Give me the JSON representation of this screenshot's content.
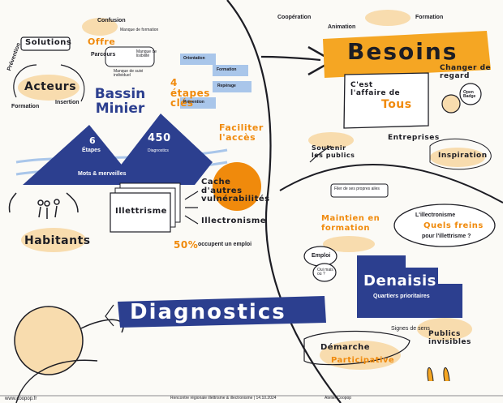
{
  "colors": {
    "orange": "#f5a623",
    "deep_orange": "#f08a0c",
    "navy": "#2c3f8f",
    "light_blue": "#a9c6ea",
    "peach": "#f8dcae",
    "ink": "#1d1d24",
    "background": "#fbfaf6"
  },
  "header": {
    "cooperation": "Coopération",
    "animation": "Animation",
    "formation": "Formation"
  },
  "besoins": {
    "title": "Besoins",
    "affaire": "C'est l'affaire de",
    "tous": "Tous",
    "changer": "Changer de regard",
    "open_badge": "Open Badge",
    "entreprises": "Entreprises",
    "soutenir": "Soutenir les publics",
    "inspiration": "Inspiration"
  },
  "left": {
    "solutions": "Solutions",
    "prevention": "Prévention",
    "acteurs": "Acteurs",
    "formation": "Formation",
    "insertion": "Insertion",
    "confusion": "Confusion",
    "offre": "Offre",
    "manque_formation": "Manque de formation",
    "parcours": "Parcours",
    "manque_lisibilite": "Manque de lisibilité",
    "manque_suivi": "Manque de suivi individuel"
  },
  "bassin": {
    "title": "Bassin Minier",
    "etapes_num": "6",
    "etapes": "Étapes",
    "num_450": "450",
    "diagnostics": "Diagnostics",
    "mots": "Mots & merveilles"
  },
  "etapes_cles": {
    "title": "4 étapes clés",
    "orientation": "Orientation",
    "formation": "Formation",
    "reperage": "Repérage",
    "prevention": "Prévention",
    "faciliter": "Faciliter l'accès"
  },
  "illettrisme": {
    "illettrisme": "Illettrisme",
    "cache": "Cache d'autres vulnérabilités",
    "illectronisme": "Illectronisme",
    "pct": "50%",
    "occupent": "occupent un emploi"
  },
  "habitants": "Habitants",
  "diagnostics": "Diagnostics",
  "maintien": {
    "filter": "Filer de ses propres ailes",
    "title": "Maintien en formation",
    "emploi": "Emploi",
    "oui": "Oui mais où ?"
  },
  "denaisis": {
    "title": "Denaisis",
    "quartiers": "Quartiers prioritaires",
    "signes": "Signes de sens"
  },
  "bubble": {
    "illectronisme": "L'illectronisme",
    "freins": "Quels freins",
    "pour": "pour l'illettrisme ?"
  },
  "demarche": {
    "title": "Démarche",
    "participative": "Participative"
  },
  "publics": "Publics invisibles",
  "footer": {
    "url": "www.coopop.fr",
    "event": "Rencontre régionale illettrisme & illectronisme | 14.10.2024",
    "author": "Atelier Coopop"
  }
}
